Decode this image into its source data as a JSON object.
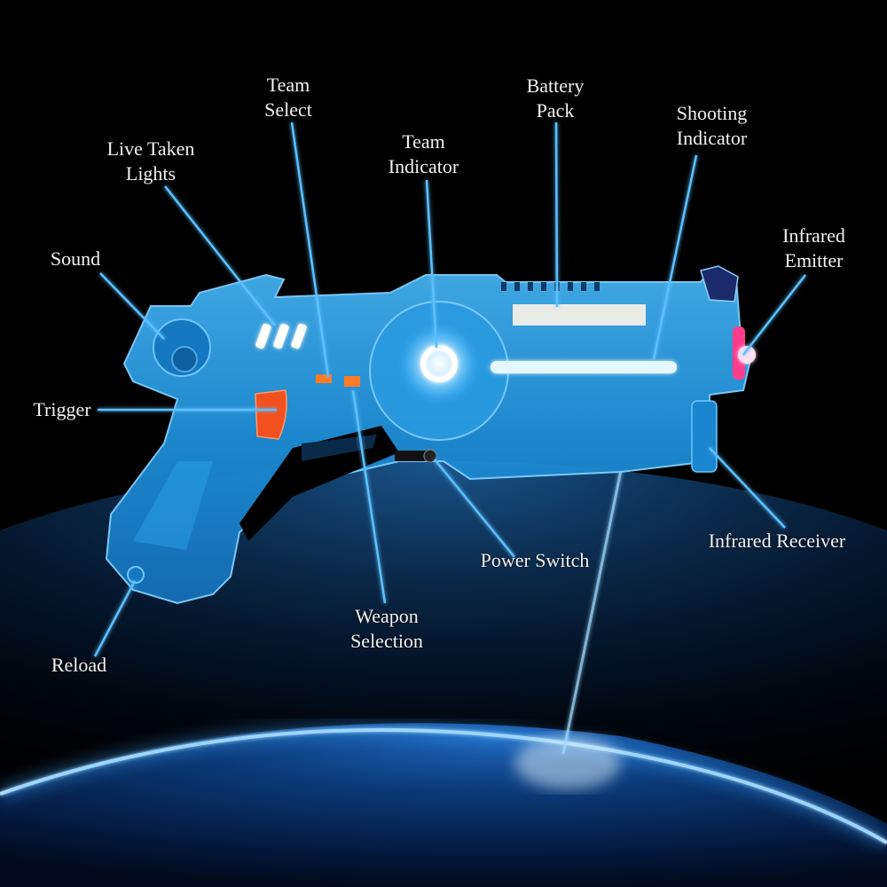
{
  "diagram": {
    "subject": "Laser tag blaster",
    "colors": {
      "background": "#000000",
      "body_blue": "#1e8fd8",
      "body_light": "#4fb6f0",
      "glow": "#bfe8ff",
      "trigger_orange": "#f2501e",
      "emitter_pink": "#ff3c8c",
      "leader_line": "#5cc0ff",
      "label_text": "#f2f2f2",
      "planet_glow": "#2f9bff"
    },
    "labels": [
      {
        "id": "sound",
        "lines": [
          "Sound"
        ]
      },
      {
        "id": "live-taken-lights",
        "lines": [
          "Live Taken",
          "Lights"
        ]
      },
      {
        "id": "team-select",
        "lines": [
          "Team",
          "Select"
        ]
      },
      {
        "id": "team-indicator",
        "lines": [
          "Team",
          "Indicator"
        ]
      },
      {
        "id": "battery-pack",
        "lines": [
          "Battery",
          "Pack"
        ]
      },
      {
        "id": "shooting-indicator",
        "lines": [
          "Shooting",
          "Indicator"
        ]
      },
      {
        "id": "infrared-emitter",
        "lines": [
          "Infrared",
          "Emitter"
        ]
      },
      {
        "id": "trigger",
        "lines": [
          "Trigger"
        ]
      },
      {
        "id": "power-switch",
        "lines": [
          "Power Switch"
        ]
      },
      {
        "id": "infrared-receiver",
        "lines": [
          "Infrared Receiver"
        ]
      },
      {
        "id": "weapon-selection",
        "lines": [
          "Weapon",
          "Selection"
        ]
      },
      {
        "id": "reload",
        "lines": [
          "Reload"
        ]
      }
    ]
  }
}
